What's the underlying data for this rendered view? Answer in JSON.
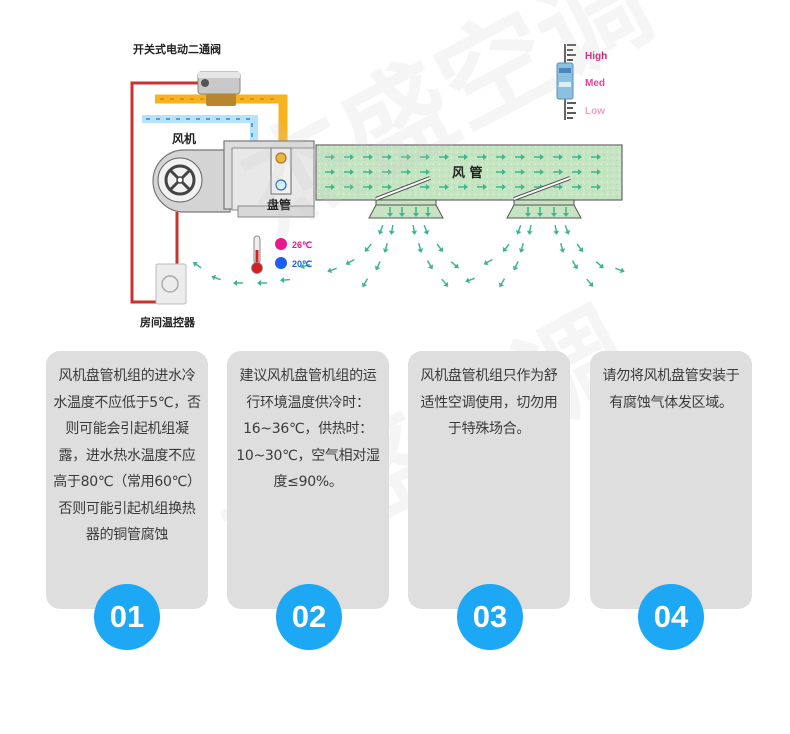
{
  "diagram": {
    "valve_label": "开关式电动二通阀",
    "fan_label": "风机",
    "coil_label": "盘管",
    "duct_label": "风 管",
    "thermostat_label": "房间温控器",
    "temp_hot": "26℃",
    "temp_cold": "20℃",
    "speed_levels": [
      "High",
      "Med",
      "Low"
    ],
    "colors": {
      "hot_water": "#f5b41e",
      "cold_water": "#8fd0f5",
      "duct_fill": "#c6e3c2",
      "air_arrow": "#3fb68a",
      "wire": "#c8322f",
      "hot_dot": "#e8198f",
      "cold_dot": "#1a5ef0",
      "speed_high": "#d4146f",
      "speed_med": "#e0469a",
      "speed_low": "#f0a0c8"
    }
  },
  "cards": [
    {
      "number": "01",
      "text": "风机盘管机组的进水冷水温度不应低于5℃，否则可能会引起机组凝露，进水热水温度不应高于80℃（常用60℃）否则可能引起机组换热器的铜管腐蚀"
    },
    {
      "number": "02",
      "text": "建议风机盘管机组的运行环境温度供冷时：16~36℃，供热时：10~30℃，空气相对湿度≤90%。"
    },
    {
      "number": "03",
      "text": "风机盘管机组只作为舒适性空调使用，切勿用于特殊场合。"
    },
    {
      "number": "04",
      "text": "请勿将风机盘管安装于有腐蚀气体发区域。"
    }
  ],
  "badge_color": "#1ca8f4",
  "watermark": "杰盛空调"
}
